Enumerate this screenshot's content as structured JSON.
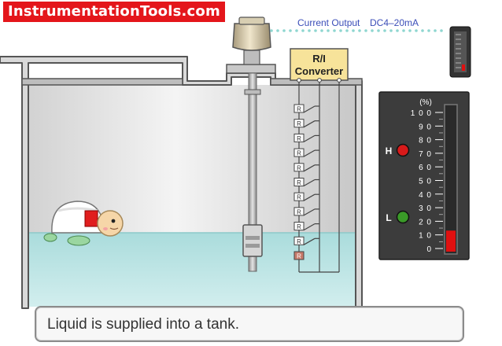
{
  "watermark": "InstrumentationTools.com",
  "output_label": "Current Output",
  "output_value": "DC4–20mA",
  "converter": {
    "line1": "R/I",
    "line2": "Converter"
  },
  "resistor_label": "R",
  "gauge": {
    "unit": "(%)",
    "scale": [
      "100",
      "90",
      "80",
      "70",
      "60",
      "50",
      "40",
      "30",
      "20",
      "10",
      "0"
    ],
    "level_percent": 12,
    "bar_color": "#e01010"
  },
  "indicators": [
    {
      "label": "H",
      "color": "#d81a1a",
      "active": true
    },
    {
      "label": "L",
      "color": "#3a9a28",
      "active": true
    }
  ],
  "caption": "Liquid is supplied into a tank.",
  "colors": {
    "liquid": "#bfe4e4",
    "tank_wall": "#555555",
    "panel": "#3c3c3c"
  }
}
